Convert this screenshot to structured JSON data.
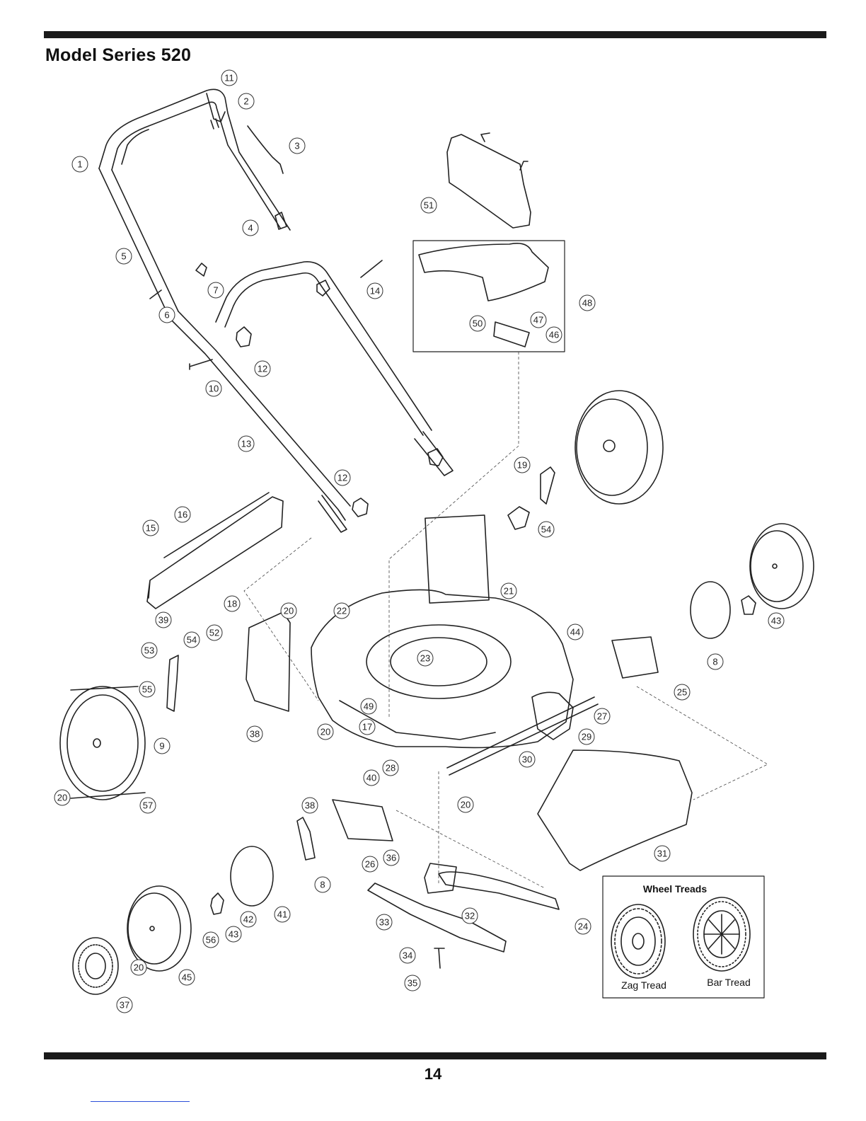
{
  "page": {
    "title": "Model Series 520",
    "page_number": "14"
  },
  "callouts": [
    {
      "label": "1"
    },
    {
      "label": "2"
    },
    {
      "label": "3"
    },
    {
      "label": "4"
    },
    {
      "label": "5"
    },
    {
      "label": "6"
    },
    {
      "label": "7"
    },
    {
      "label": "8"
    },
    {
      "label": "8"
    },
    {
      "label": "9"
    },
    {
      "label": "10"
    },
    {
      "label": "11"
    },
    {
      "label": "12"
    },
    {
      "label": "12"
    },
    {
      "label": "13"
    },
    {
      "label": "14"
    },
    {
      "label": "15"
    },
    {
      "label": "16"
    },
    {
      "label": "17"
    },
    {
      "label": "18"
    },
    {
      "label": "19"
    },
    {
      "label": "20"
    },
    {
      "label": "20"
    },
    {
      "label": "20"
    },
    {
      "label": "20"
    },
    {
      "label": "20"
    },
    {
      "label": "21"
    },
    {
      "label": "22"
    },
    {
      "label": "23"
    },
    {
      "label": "24"
    },
    {
      "label": "25"
    },
    {
      "label": "26"
    },
    {
      "label": "27"
    },
    {
      "label": "28"
    },
    {
      "label": "29"
    },
    {
      "label": "30"
    },
    {
      "label": "31"
    },
    {
      "label": "32"
    },
    {
      "label": "33"
    },
    {
      "label": "34"
    },
    {
      "label": "35"
    },
    {
      "label": "36"
    },
    {
      "label": "37"
    },
    {
      "label": "38"
    },
    {
      "label": "38"
    },
    {
      "label": "39"
    },
    {
      "label": "40"
    },
    {
      "label": "41"
    },
    {
      "label": "42"
    },
    {
      "label": "43"
    },
    {
      "label": "43"
    },
    {
      "label": "44"
    },
    {
      "label": "45"
    },
    {
      "label": "46"
    },
    {
      "label": "47"
    },
    {
      "label": "48"
    },
    {
      "label": "49"
    },
    {
      "label": "50"
    },
    {
      "label": "51"
    },
    {
      "label": "52"
    },
    {
      "label": "53"
    },
    {
      "label": "54"
    },
    {
      "label": "54"
    },
    {
      "label": "55"
    },
    {
      "label": "56"
    },
    {
      "label": "57"
    }
  ],
  "wheel_treads": {
    "title": "Wheel Treads",
    "zag_label": "Zag Tread",
    "bar_label": "Bar Tread"
  }
}
